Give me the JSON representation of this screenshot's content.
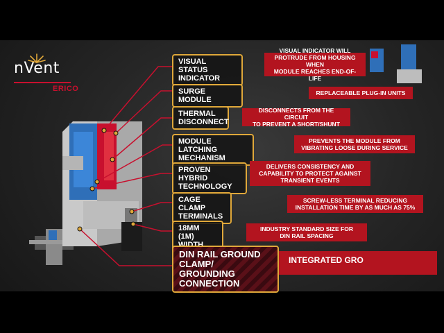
{
  "brand": {
    "name": "nVent",
    "sub": "ERICO"
  },
  "labels": [
    {
      "line1": "VISUAL STATUS",
      "line2": "INDICATOR"
    },
    {
      "line1": "SURGE MODULE",
      "line2": ""
    },
    {
      "line1": "THERMAL",
      "line2": "DISCONNECT"
    },
    {
      "line1": "MODULE LATCHING",
      "line2": "MECHANISM"
    },
    {
      "line1": "PROVEN HYBRID",
      "line2": "TECHNOLOGY"
    },
    {
      "line1": "CAGE CLAMP",
      "line2": "TERMINALS"
    },
    {
      "line1": "18MM (1M)",
      "line2": "WIDTH"
    },
    {
      "line1": "DIN RAIL GROUND",
      "line2": "CLAMP/ GROUNDING",
      "line3": "CONNECTION"
    }
  ],
  "descriptions": [
    {
      "l1": "VISUAL INDICATOR WILL",
      "l2": "PROTRUDE FROM HOUSING WHEN",
      "l3": "MODULE REACHES END-OF-LIFE"
    },
    {
      "l1": "REPLACEABLE PLUG-IN UNITS"
    },
    {
      "l1": "DISCONNECTS FROM THE CIRCUIT",
      "l2": "TO PREVENT A SHORT/SHUNT"
    },
    {
      "l1": "PREVENTS THE MODULE FROM",
      "l2": "VIBRATING LOOSE DURING SERVICE"
    },
    {
      "l1": "DELIVERS CONSISTENCY AND",
      "l2": "CAPABILITY TO PROTECT AGAINST",
      "l3": "TRANSIENT EVENTS"
    },
    {
      "l1": "SCREW-LESS TERMINAL REDUCING",
      "l2": "INSTALLATION TIME BY AS MUCH AS 75%"
    },
    {
      "l1": "INDUSTRY STANDARD SIZE FOR",
      "l2": "DIN RAIL SPACING"
    }
  ],
  "integrated": "INTEGRATED GRO",
  "colors": {
    "accent_red": "#b3141f",
    "outline_gold": "#e0a83a",
    "module_blue": "#2f6fb8"
  }
}
